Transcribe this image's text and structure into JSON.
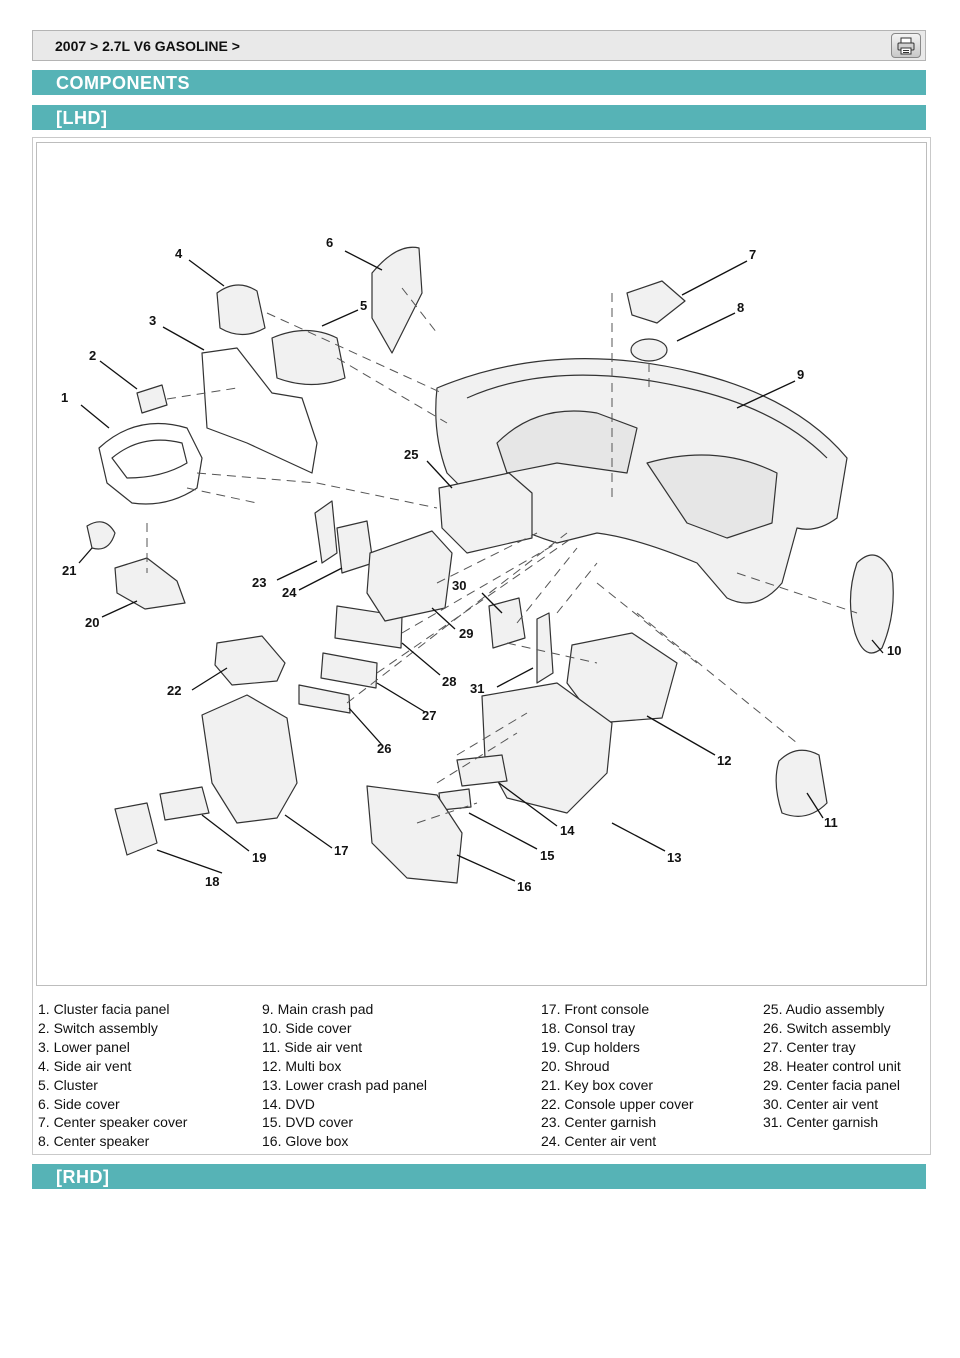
{
  "header": {
    "breadcrumb": "2007 > 2.7L V6 GASOLINE >",
    "print_icon": "printer-icon"
  },
  "sections": {
    "title": "COMPONENTS",
    "lhd": "[LHD]",
    "rhd": "[RHD]"
  },
  "callouts": [
    "1",
    "2",
    "3",
    "4",
    "5",
    "6",
    "7",
    "8",
    "9",
    "10",
    "11",
    "12",
    "13",
    "14",
    "15",
    "16",
    "17",
    "18",
    "19",
    "20",
    "21",
    "22",
    "23",
    "24",
    "25",
    "26",
    "27",
    "28",
    "29",
    "30",
    "31"
  ],
  "legend": [
    [
      "1. Cluster facia panel",
      "2. Switch assembly",
      "3. Lower panel",
      "4. Side air vent",
      "5. Cluster",
      "6. Side cover",
      "7. Center speaker cover",
      "8. Center speaker"
    ],
    [
      "9. Main crash pad",
      "10. Side cover",
      "11. Side air vent",
      "12. Multi box",
      "13. Lower crash pad panel",
      "14. DVD",
      "15. DVD cover",
      "16. Glove box"
    ],
    [
      "17. Front console",
      "18. Consol tray",
      "19. Cup holders",
      "20. Shroud",
      "21. Key box cover",
      "22. Console upper cover",
      "23. Center garnish",
      "24. Center air vent"
    ],
    [
      "25. Audio assembly",
      "26. Switch assembly",
      "27. Center tray",
      "28. Heater control unit",
      "29. Center facia panel",
      "30. Center air vent",
      "31. Center garnish"
    ]
  ],
  "colors": {
    "band": "#56b3b6",
    "bar": "#e9e9e9"
  }
}
